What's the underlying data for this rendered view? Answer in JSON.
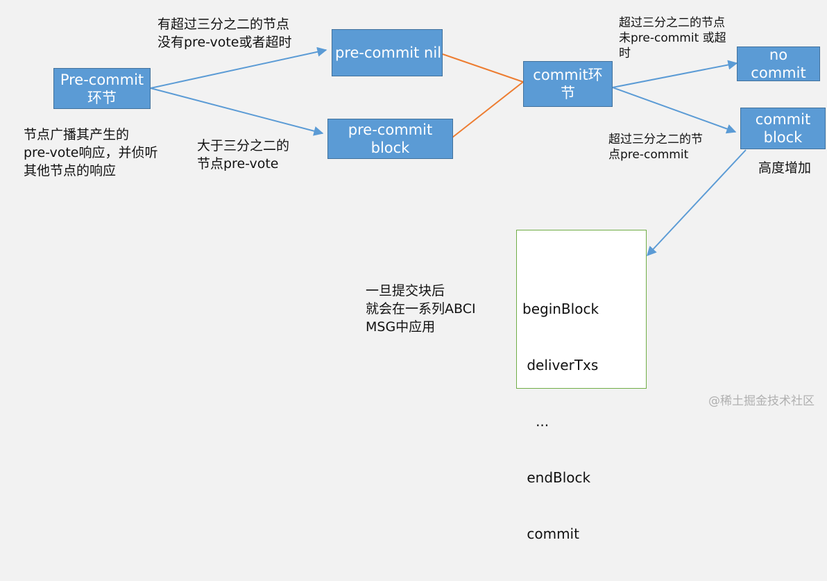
{
  "nodes": {
    "precommit_stage": [
      "Pre-commit",
      "环节"
    ],
    "precommit_nil": [
      "pre-commit nil"
    ],
    "precommit_block": [
      "pre-commit",
      "block"
    ],
    "commit_stage": [
      "commit环",
      "节"
    ],
    "no_commit": [
      "no",
      "commit"
    ],
    "commit_block": [
      "commit",
      "block"
    ]
  },
  "labels": {
    "over_two_thirds_nil": [
      "有超过三分之二的节点",
      "没有pre-vote或者超时"
    ],
    "node_broadcast": [
      "节点广播其产生的",
      "pre-vote响应，并侦听",
      "其他节点的响应"
    ],
    "over_two_thirds_prevote": [
      "大于三分之二的",
      "节点pre-vote"
    ],
    "over_two_thirds_no_commit": [
      "超过三分之二的节点",
      "未pre-commit 或超",
      "时"
    ],
    "over_two_thirds_commit": [
      "超过三分之二的节",
      "点pre-commit"
    ],
    "height_increase": [
      "高度增加"
    ],
    "abci_note": [
      "一旦提交块后",
      "就会在一系列ABCI",
      "MSG中应用"
    ]
  },
  "abci_box": {
    "lines": [
      "beginBlock",
      " deliverTxs",
      "   ...",
      " endBlock",
      " commit"
    ]
  },
  "watermark": "@稀土掘金技术社区",
  "colors": {
    "node_fill": "#5b9bd5",
    "blue_arrow": "#5b9bd5",
    "orange_arrow": "#ed7d31",
    "abci_border": "#70ad47"
  }
}
